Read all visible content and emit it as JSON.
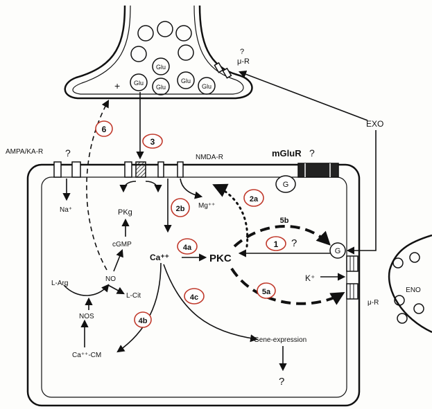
{
  "presynaptic": {
    "vesicle_label": "Glu",
    "plus_sign": "+",
    "receptor_question": "?",
    "receptor_label": "μ-R"
  },
  "exo_label": "EXO",
  "eno_label": "ENO",
  "membrane_labels": {
    "ampa": "AMPA/KA-R",
    "ampa_question": "?",
    "nmda": "NMDA-R",
    "mglur": "mGluR",
    "mglur_question": "?",
    "g_protein": "G"
  },
  "ions": {
    "na": "Na⁺",
    "mg": "Mg⁺⁺",
    "ca": "Ca⁺⁺",
    "k": "K⁺"
  },
  "molecules": {
    "pkg": "PKg",
    "cgmp": "cGMP",
    "no": "NO",
    "l_arg": "L-Arg",
    "l_cit": "L-Cit",
    "nos": "NOS",
    "ca_cm": "Ca⁺⁺-CM",
    "pkc": "PKC",
    "gene_expression": "Gene-expression",
    "gene_question": "?",
    "mu_r_right": "μ-R",
    "pkc_question": "?"
  },
  "pathway_numbers": [
    "6",
    "3",
    "2a",
    "2b",
    "5b",
    "1",
    "4a",
    "5a",
    "4c",
    "4b"
  ]
}
